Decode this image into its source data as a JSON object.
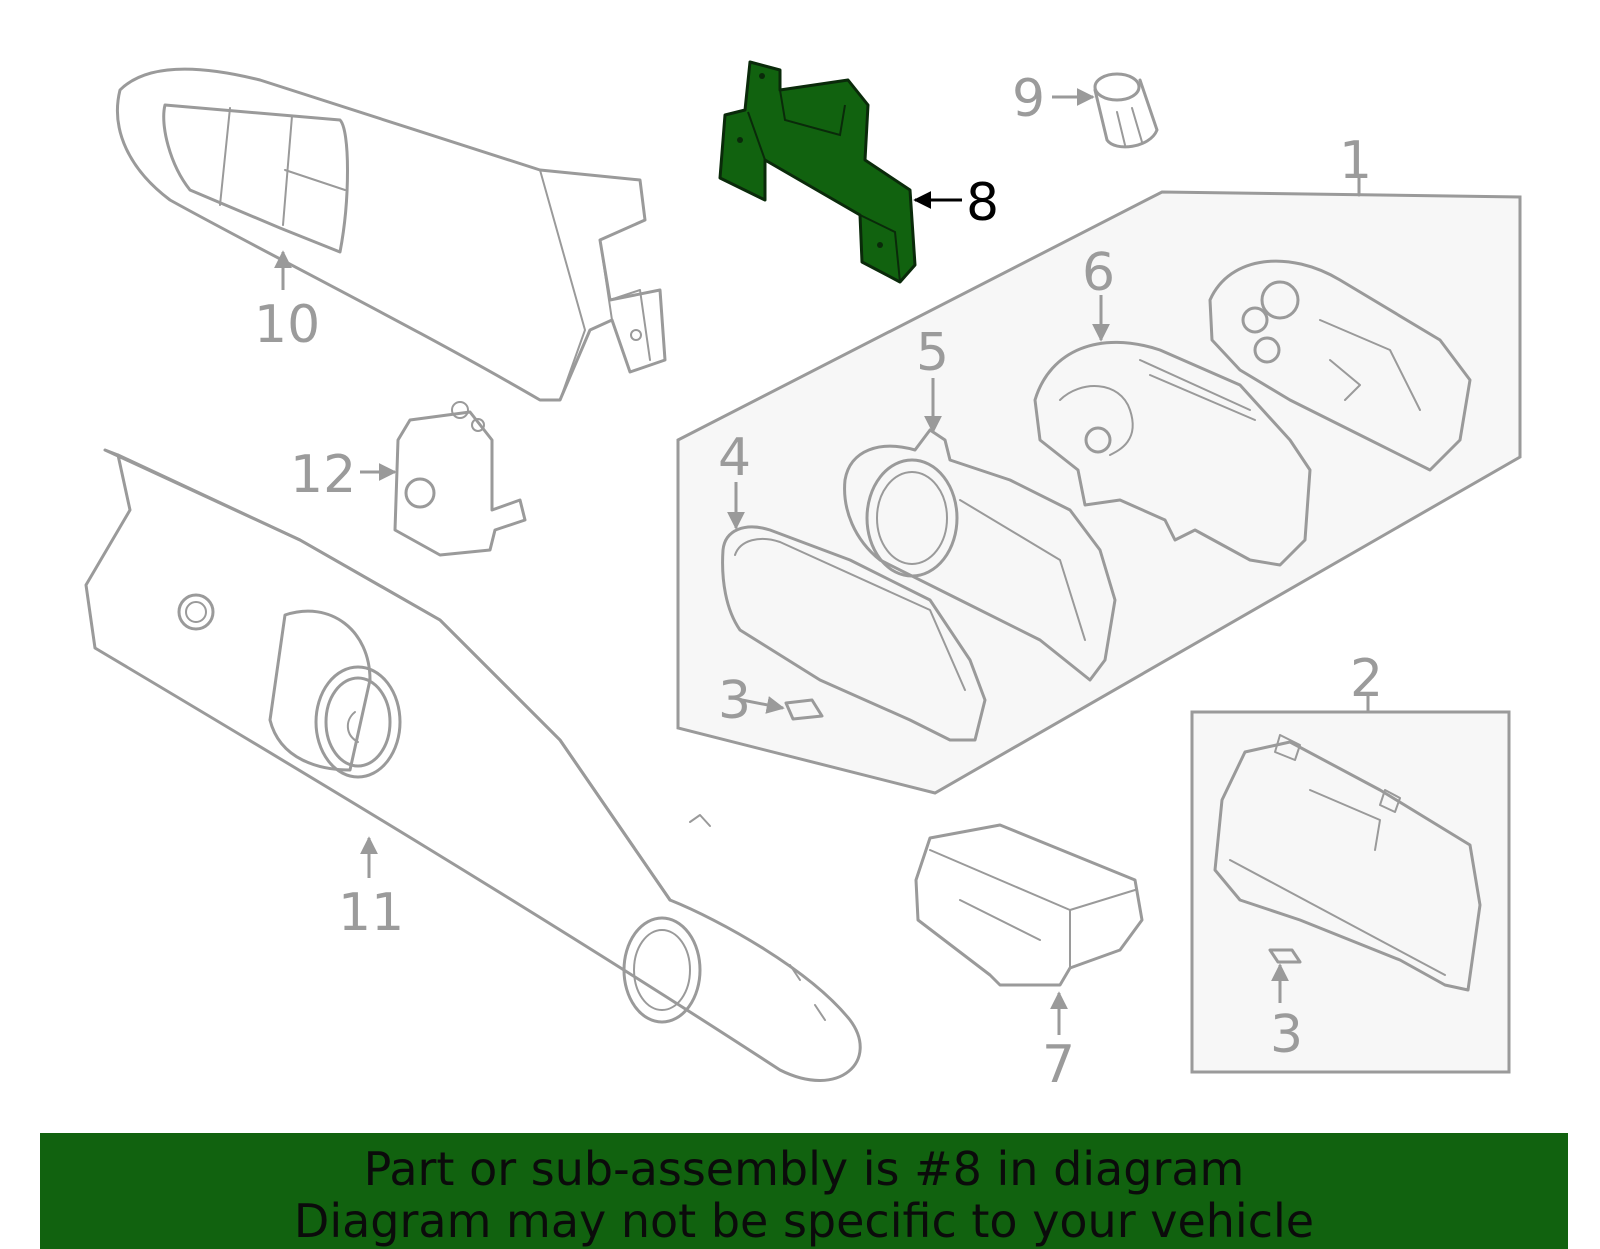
{
  "diagram": {
    "highlighted_part": "8",
    "highlight_color": "#11620f",
    "line_color": "#9a9a9a",
    "callouts": [
      {
        "id": "c1",
        "text": "1"
      },
      {
        "id": "c2",
        "text": "2"
      },
      {
        "id": "c3a",
        "text": "3"
      },
      {
        "id": "c3b",
        "text": "3"
      },
      {
        "id": "c4",
        "text": "4"
      },
      {
        "id": "c5",
        "text": "5"
      },
      {
        "id": "c6",
        "text": "6"
      },
      {
        "id": "c7",
        "text": "7"
      },
      {
        "id": "c8",
        "text": "8"
      },
      {
        "id": "c9",
        "text": "9"
      },
      {
        "id": "c10",
        "text": "10"
      },
      {
        "id": "c11",
        "text": "11"
      },
      {
        "id": "c12",
        "text": "12"
      }
    ]
  },
  "banner": {
    "line1": "Part or sub-assembly is #8 in diagram",
    "line2": "Diagram may not be specific to your vehicle"
  }
}
